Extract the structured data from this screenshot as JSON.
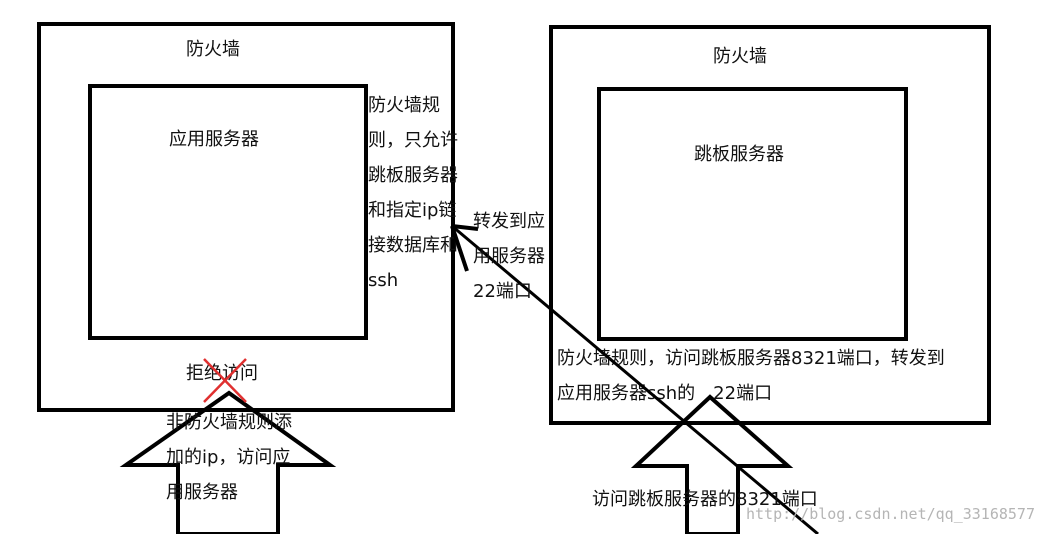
{
  "left": {
    "firewall_title": "防火墙",
    "server_title": "应用服务器",
    "rule_text": "防火墙规则，只允许跳板服务器和指定ip链接数据库和ssh",
    "deny_label": "拒绝访问",
    "outside_label": "非防火墙规则添加的ip，访问应用服务器"
  },
  "right": {
    "firewall_title": "防火墙",
    "server_title": "跳板服务器",
    "rule_line1": "防火墙规则，访问跳板服务器8321端口，转发到",
    "rule_line2": "应用服务器ssh的　22端口",
    "access_label": "访问跳板服务器的8321端口"
  },
  "forward_label": "转发到应用服务器22端口",
  "watermark": "http://blog.csdn.net/qq_33168577",
  "colors": {
    "line": "#000000",
    "cross": "#e03030",
    "watermark": "#b5b5b5"
  }
}
